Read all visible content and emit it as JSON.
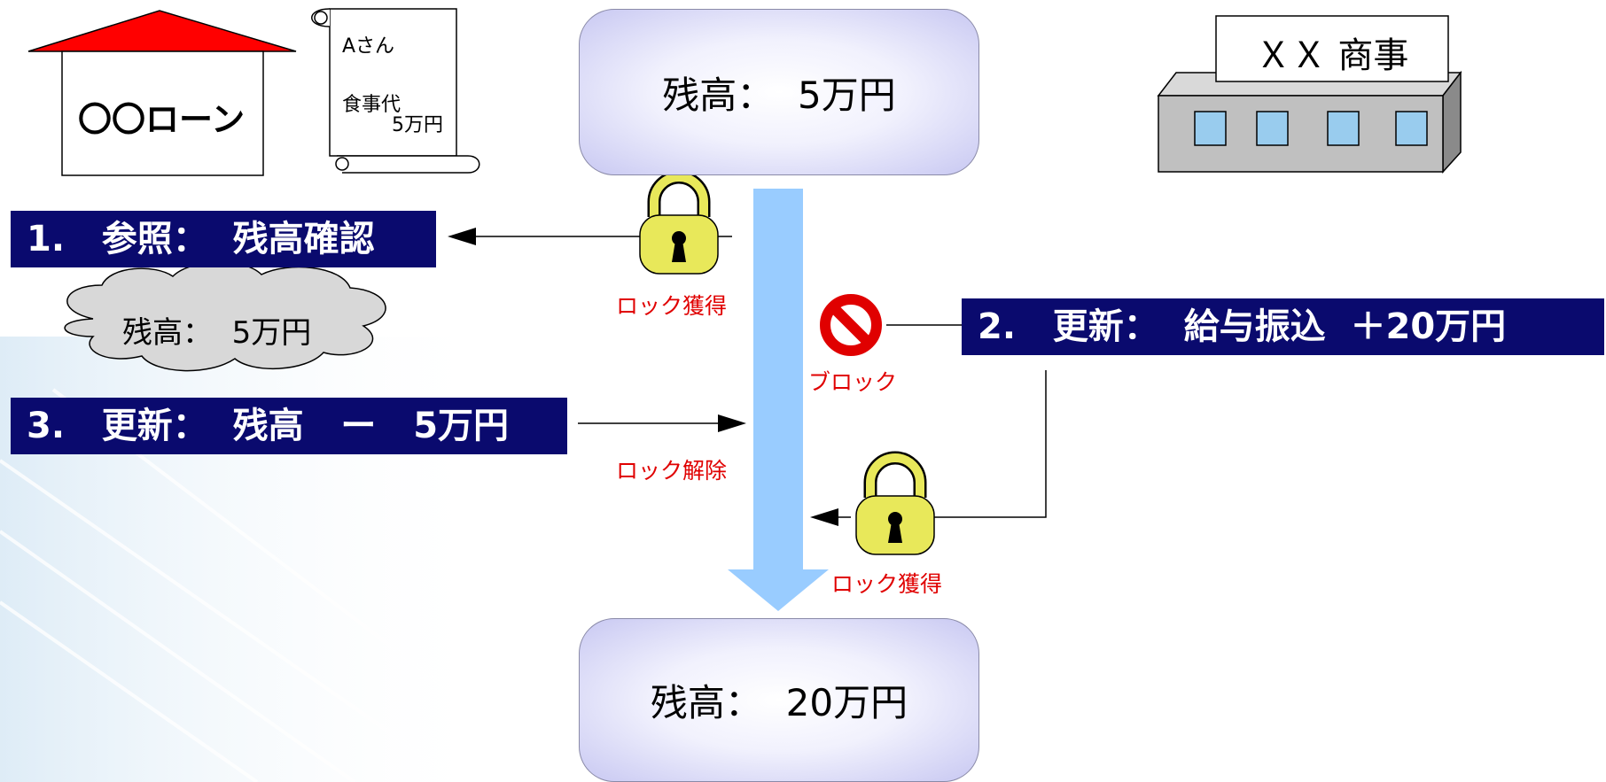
{
  "loan_company": {
    "name": "〇〇ローン"
  },
  "invoice": {
    "customer": "Aさん",
    "item": "食事代",
    "amount": "5万円"
  },
  "company": {
    "name": "ＸＸ 商事"
  },
  "balance_top": {
    "text": "残高：  5万円"
  },
  "balance_bottom": {
    "text": "残高：  20万円"
  },
  "cloud": {
    "text": "残高：  5万円"
  },
  "steps": [
    {
      "text": "1.   参照：  残高確認"
    },
    {
      "text": "2.   更新：  給与振込  ＋20万円"
    },
    {
      "text": "3.   更新：  残高   ー   5万円"
    }
  ],
  "labels": {
    "lock_acquire_1": "ロック獲得",
    "block": "ブロック",
    "lock_release": "ロック解除",
    "lock_acquire_2": "ロック獲得"
  },
  "colors": {
    "step_box": "#0a0a6e",
    "roof": "#ff0000",
    "flow_arrow": "#99ccff",
    "padlock": "#e8e85a",
    "block_sign": "#e00000",
    "window": "#99ccee",
    "label_text": "#e00000"
  }
}
